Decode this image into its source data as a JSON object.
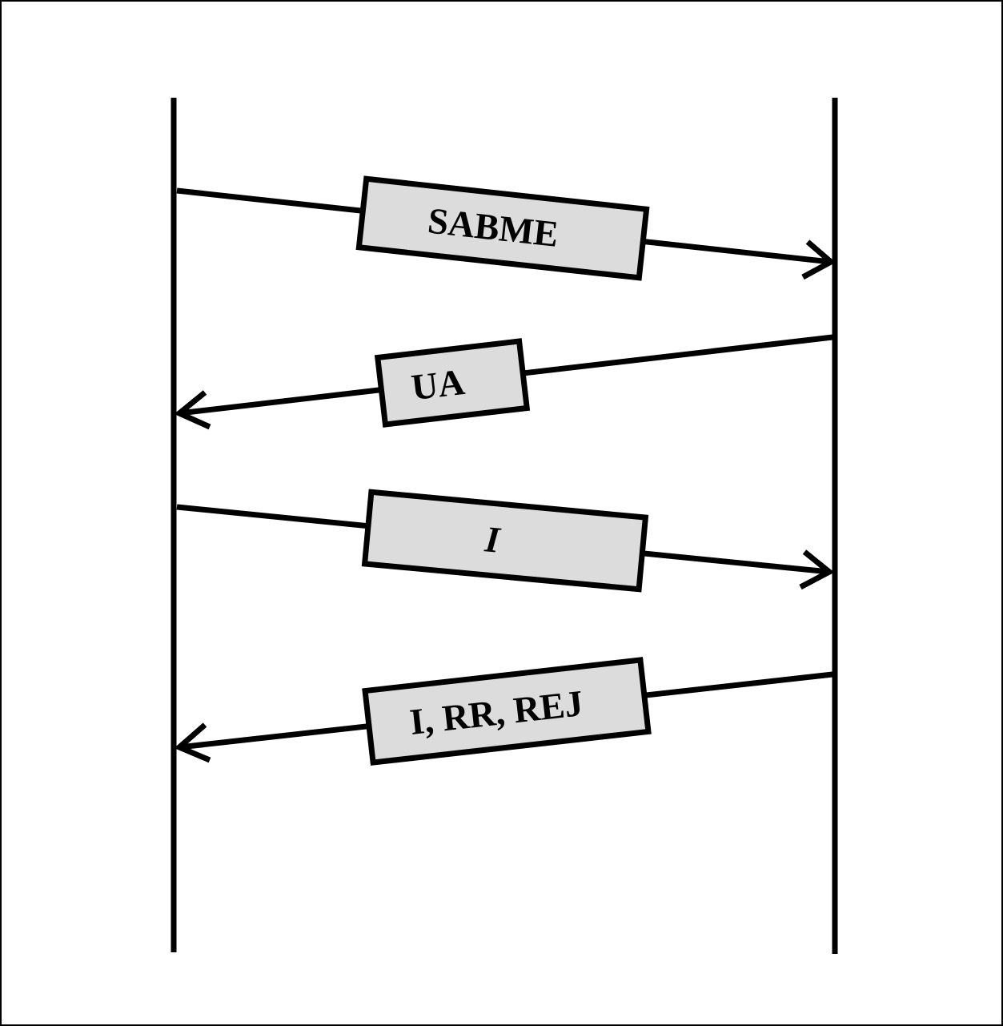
{
  "colors": {
    "background": "#ffffff",
    "line": "#000000",
    "label_fill": "#dcdcdc"
  },
  "messages": [
    {
      "label": "SABME",
      "direction": "left-to-right",
      "italic": false
    },
    {
      "label": "UA",
      "direction": "right-to-left",
      "italic": false
    },
    {
      "label": "I",
      "direction": "left-to-right",
      "italic": true
    },
    {
      "label": "I, RR, REJ",
      "direction": "right-to-left",
      "italic": false
    }
  ]
}
